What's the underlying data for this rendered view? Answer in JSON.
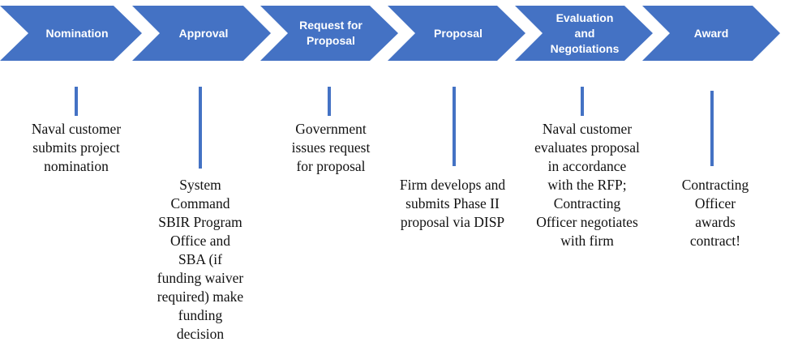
{
  "colors": {
    "chevron_fill": "#4472c4",
    "connector": "#4472c4",
    "step_text": "#ffffff",
    "description_text": "#111111"
  },
  "steps": [
    {
      "label": "Nomination",
      "description": "Naval customer\nsubmits project\nnomination"
    },
    {
      "label": "Approval",
      "description": "System\nCommand\nSBIR Program\nOffice and\nSBA (if\nfunding waiver\nrequired) make\nfunding\ndecision"
    },
    {
      "label": "Request for\nProposal",
      "description": "Government\nissues request\nfor proposal"
    },
    {
      "label": "Proposal",
      "description": "Firm develops and\nsubmits Phase II\nproposal via DISP"
    },
    {
      "label": "Evaluation\nand\nNegotiations",
      "description": "Naval customer\nevaluates proposal\nin accordance\nwith the RFP;\nContracting\nOfficer negotiates\nwith firm"
    },
    {
      "label": "Award",
      "description": "Contracting\nOfficer\nawards\ncontract!"
    }
  ]
}
